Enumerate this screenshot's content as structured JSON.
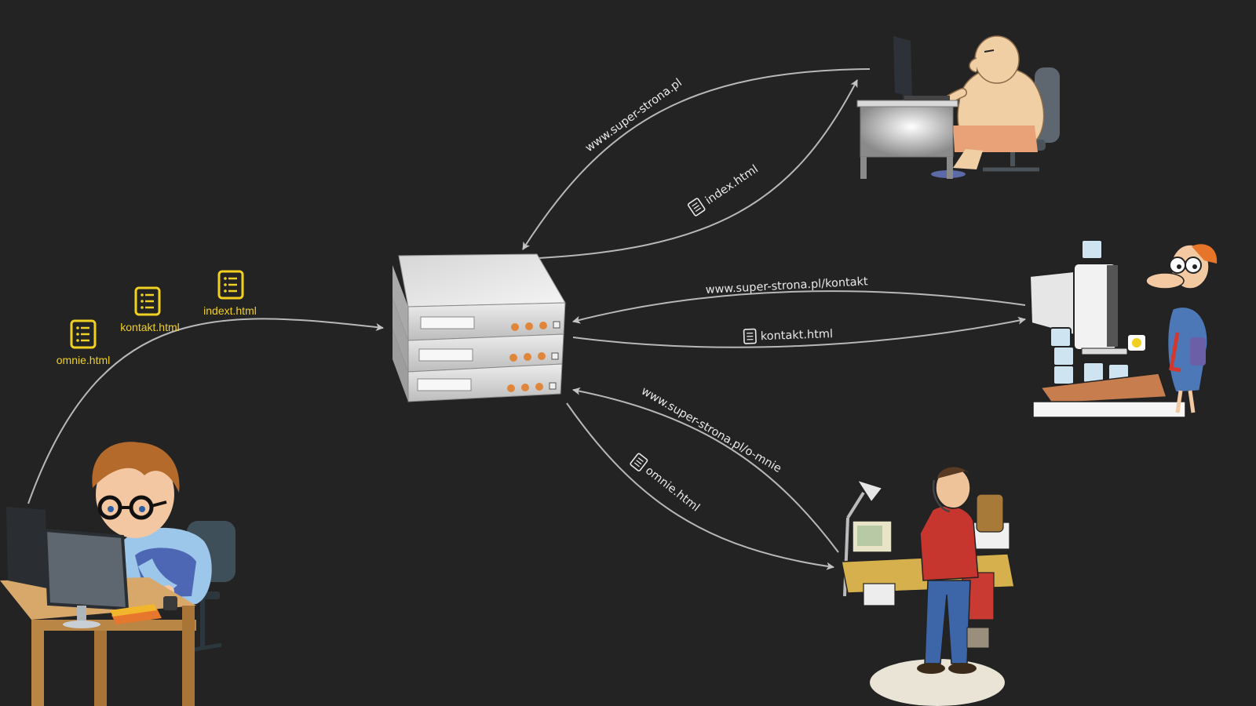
{
  "colors": {
    "background": "#232323",
    "file_icon": "#f2d021",
    "arrow": "#b8b8b8",
    "label": "#e8e8e8"
  },
  "uploaded_files": [
    {
      "name": "omnie.html",
      "icon": "document-list-icon"
    },
    {
      "name": "kontakt.html",
      "icon": "document-list-icon"
    },
    {
      "name": "indext.html",
      "icon": "document-list-icon"
    }
  ],
  "requests": {
    "home": {
      "url": "www.super-strona.pl",
      "response": "index.html",
      "response_icon": "document-icon"
    },
    "contact": {
      "url": "www.super-strona.pl/kontakt",
      "response": "kontakt.html",
      "response_icon": "document-icon"
    },
    "about": {
      "url": "www.super-strona.pl/o-mnie",
      "response": "omnie.html",
      "response_icon": "document-icon"
    }
  },
  "nodes": [
    {
      "role": "developer",
      "icon": "developer-at-desk-illustration"
    },
    {
      "role": "server",
      "icon": "server-rack-icon"
    },
    {
      "role": "visitor-1",
      "icon": "man-at-computer-illustration"
    },
    {
      "role": "visitor-2",
      "icon": "coffee-drinker-at-computer-illustration"
    },
    {
      "role": "visitor-3",
      "icon": "busy-worker-illustration"
    }
  ]
}
